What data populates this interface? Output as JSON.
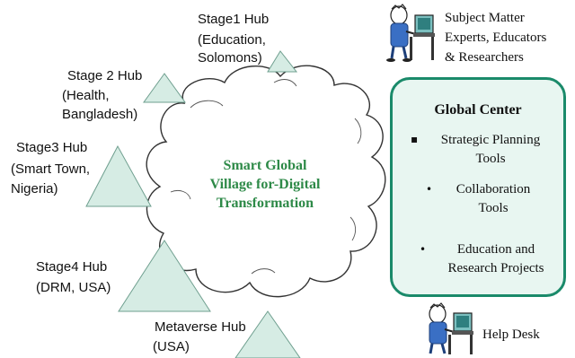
{
  "hubs": [
    {
      "title": "Stage1 Hub",
      "detail_lines": [
        "(Education,",
        "Solomons)"
      ]
    },
    {
      "title": "Stage 2 Hub",
      "detail_lines": [
        "(Health,",
        "Bangladesh)"
      ]
    },
    {
      "title": "Stage3 Hub",
      "detail_lines": [
        "(Smart Town,",
        "Nigeria)"
      ]
    },
    {
      "title": "Stage4 Hub",
      "detail_lines": [
        "(DRM, USA)"
      ]
    },
    {
      "title": "Metaverse  Hub",
      "detail_lines": [
        "(USA)"
      ]
    }
  ],
  "cloud": {
    "lines": [
      "Smart  Global",
      "Village for-Digital",
      "Transformation"
    ]
  },
  "experts": {
    "lines": [
      "Subject Matter",
      "Experts, Educators",
      "& Researchers"
    ],
    "icon": "person-at-computer-icon"
  },
  "global_center": {
    "title": "Global  Center",
    "items": [
      {
        "bullet": "▪",
        "lines": [
          "Strategic Planning",
          "Tools"
        ]
      },
      {
        "bullet": "•",
        "lines": [
          "Collaboration",
          "Tools"
        ]
      },
      {
        "bullet": "•",
        "lines": [
          "Education and",
          "Research Projects"
        ]
      }
    ]
  },
  "help_desk": {
    "label": "Help Desk",
    "icon": "person-at-computer-icon"
  },
  "colors": {
    "triangle_fill": "#d6ece4",
    "triangle_stroke": "#6f9f8f",
    "cloud_title": "#2e8a48",
    "panel_border": "#1a8a6a",
    "panel_fill": "#e8f6f1"
  }
}
